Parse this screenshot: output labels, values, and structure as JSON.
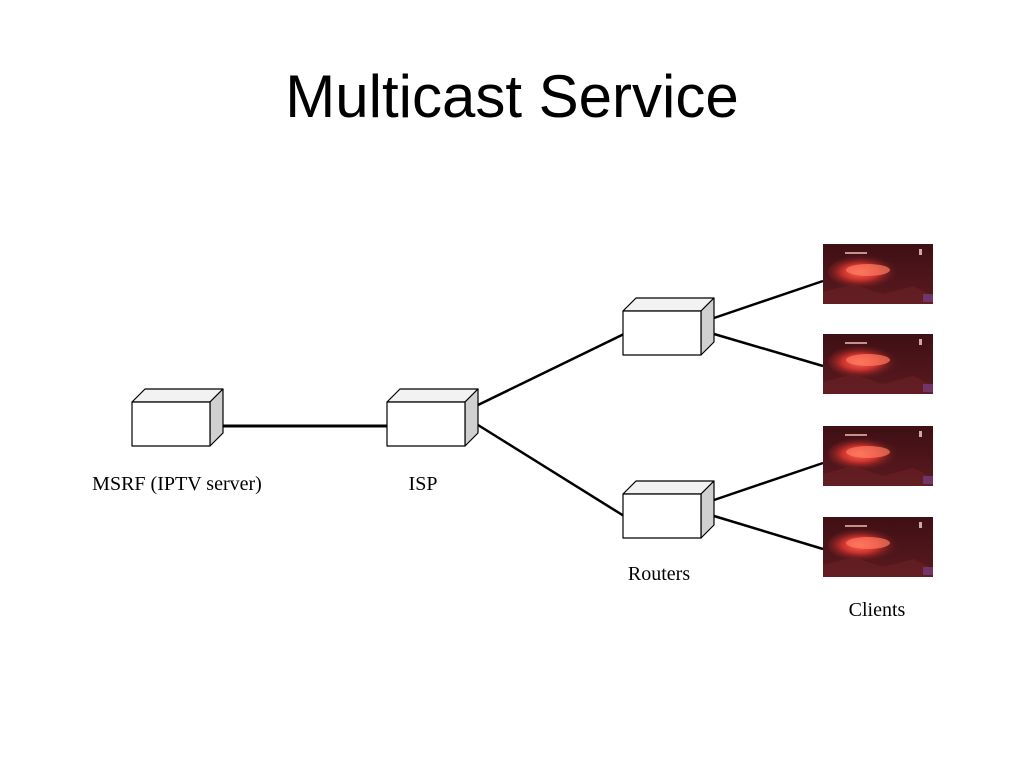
{
  "slide": {
    "title": "Multicast Service"
  },
  "diagram": {
    "nodes": {
      "server": {
        "label": "MSRF (IPTV server)",
        "icon": "server-box-icon"
      },
      "isp": {
        "label": "ISP",
        "icon": "router-box-icon"
      },
      "router_top": {
        "label": "",
        "icon": "router-box-icon"
      },
      "router_bottom": {
        "label": "",
        "icon": "router-box-icon"
      }
    },
    "group_labels": {
      "routers": "Routers",
      "clients": "Clients"
    },
    "clients": [
      {
        "icon": "tv-screen-icon"
      },
      {
        "icon": "tv-screen-icon"
      },
      {
        "icon": "tv-screen-icon"
      },
      {
        "icon": "tv-screen-icon"
      }
    ],
    "links": [
      {
        "from": "server",
        "to": "isp"
      },
      {
        "from": "isp",
        "to": "router_top"
      },
      {
        "from": "isp",
        "to": "router_bottom"
      },
      {
        "from": "router_top",
        "to": "client_1"
      },
      {
        "from": "router_top",
        "to": "client_2"
      },
      {
        "from": "router_bottom",
        "to": "client_3"
      },
      {
        "from": "router_bottom",
        "to": "client_4"
      }
    ],
    "colors": {
      "box_front": "#ffffff",
      "box_top": "#f2f2f2",
      "box_side": "#d0d0d0",
      "line": "#000000",
      "screen_bg": "#4a1418",
      "screen_glow": "#e0473a"
    }
  }
}
